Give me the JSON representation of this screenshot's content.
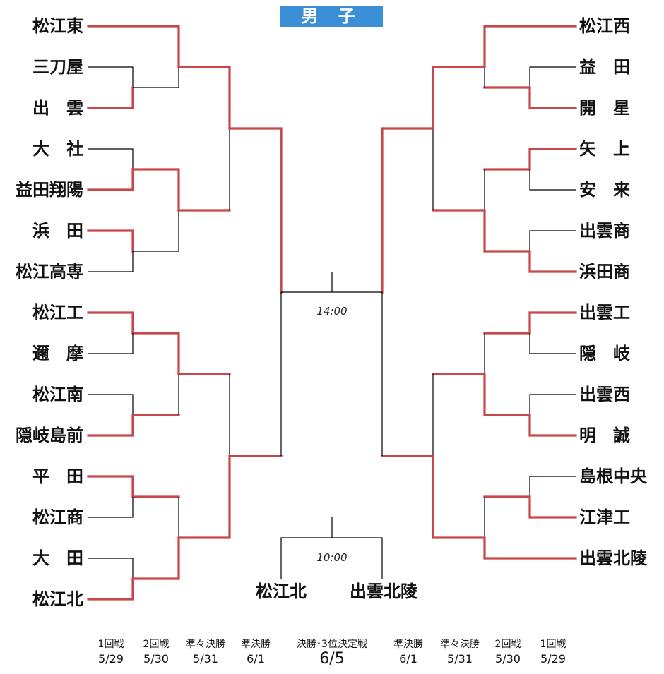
{
  "title": "男 子",
  "left_teams": [
    "松江東",
    "三刀屋",
    "出　雲",
    "大　社",
    "益田翔陽",
    "浜　田",
    "松江高専",
    "松江工",
    "邇　摩",
    "松江南",
    "隠岐島前",
    "平　田",
    "松江商",
    "大　田",
    "松江北"
  ],
  "right_teams": [
    "松江西",
    "益　田",
    "開　星",
    "矢　上",
    "安　来",
    "出雲商",
    "浜田商",
    "出雲工",
    "隠　岐",
    "出雲西",
    "明　誠",
    "島根中央",
    "江津工",
    "出雲北陵"
  ],
  "final": {
    "time": "14:00"
  },
  "third_place": {
    "time": "10:00",
    "teams": [
      "松江北",
      "出雲北陵"
    ]
  },
  "rounds": [
    {
      "name": "1回戦",
      "date": "5/29"
    },
    {
      "name": "2回戦",
      "date": "5/30"
    },
    {
      "name": "準々決勝",
      "date": "5/31"
    },
    {
      "name": "準決勝",
      "date": "6/1"
    },
    {
      "name": "決勝･3位決定戦",
      "date": "6/5"
    },
    {
      "name": "準決勝",
      "date": "6/1"
    },
    {
      "name": "準々決勝",
      "date": "5/31"
    },
    {
      "name": "2回戦",
      "date": "5/30"
    },
    {
      "name": "1回戦",
      "date": "5/29"
    }
  ],
  "colors": {
    "winner_line": "#c8484a",
    "title_bg": "#3a8fd6"
  }
}
